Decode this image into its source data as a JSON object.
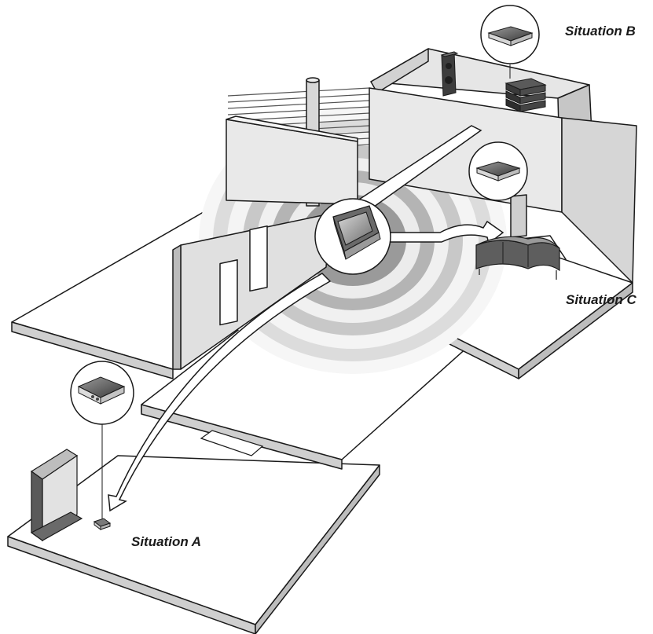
{
  "labels": {
    "situation_a": "Situation A",
    "situation_b": "Situation B",
    "situation_c": "Situation C"
  },
  "colors": {
    "floor": "#ffffff",
    "wall_front": "#e2e2e2",
    "wall_side": "#bdbdbd",
    "outline": "#1a1a1a",
    "signal_dark": "#8c8c8c",
    "device_dark": "#4a4a4a"
  },
  "icons": [
    "remote-control-icon",
    "wireless-receiver-icon",
    "television-icon",
    "speaker-icon",
    "stereo-system-icon",
    "cabinet-icon"
  ]
}
